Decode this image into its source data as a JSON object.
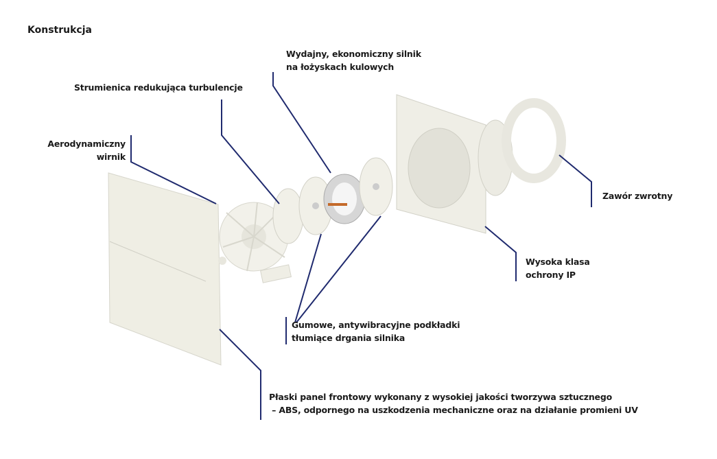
{
  "title": "Konstrukcja",
  "labels": {
    "motor": [
      "Wydajny, ekonomiczny silnik",
      "na łożyskach kulowych"
    ],
    "nozzle": [
      "Strumienica redukująca turbulencje"
    ],
    "impeller": [
      "Aerodynamiczny",
      "wirnik"
    ],
    "valve": [
      "Zawór zwrotny"
    ],
    "ip": [
      "Wysoka klasa",
      "ochrony IP"
    ],
    "pads": [
      "Gumowe, antywibracyjne podkładki",
      "tłumiące drgania silnika"
    ],
    "panel": [
      "Płaski panel frontowy wykonany z wysokiej jakości tworzywa sztucznego",
      " – ABS, odpornego na uszkodzenia mechaniczne oraz na działanie promieni UV"
    ]
  },
  "colors": {
    "leader": "#1f2a6e",
    "part": "#efeee6",
    "part_shade": "#d9d8cf"
  }
}
